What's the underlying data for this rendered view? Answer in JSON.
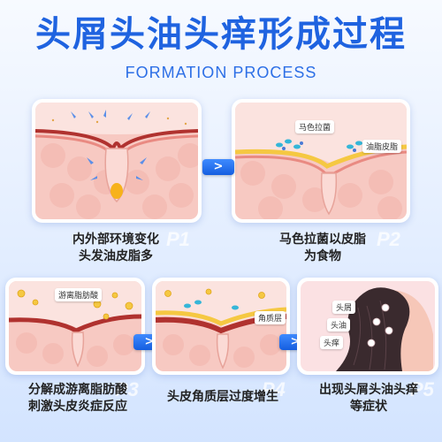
{
  "title": "头屑头油头痒形成过程",
  "subtitle": "FORMATION PROCESS",
  "arrow_label": ">",
  "steps": [
    {
      "step_label": "P1",
      "caption_line1": "内外部环境变化",
      "caption_line2": "头发油皮脂多",
      "tags": []
    },
    {
      "step_label": "P2",
      "caption_line1": "马色拉菌以皮脂",
      "caption_line2": "为食物",
      "tags": [
        "马色拉菌",
        "油脂皮脂"
      ]
    },
    {
      "step_label": "P3",
      "caption_line1": "分解成游离脂肪酸",
      "caption_line2": "刺激头皮炎症反应",
      "tags": [
        "游离脂肪酸"
      ]
    },
    {
      "step_label": "P4",
      "caption_line1": "头皮角质层过度增生",
      "caption_line2": "",
      "tags": [
        "角质层"
      ]
    },
    {
      "step_label": "P5",
      "caption_line1": "出现头屑头油头痒",
      "caption_line2": "等症状",
      "tags": [
        "头屑",
        "头油",
        "头痒"
      ]
    }
  ],
  "colors": {
    "accent": "#1f63e0",
    "skin": "#f4b8b2",
    "oil": "#f5c842"
  }
}
